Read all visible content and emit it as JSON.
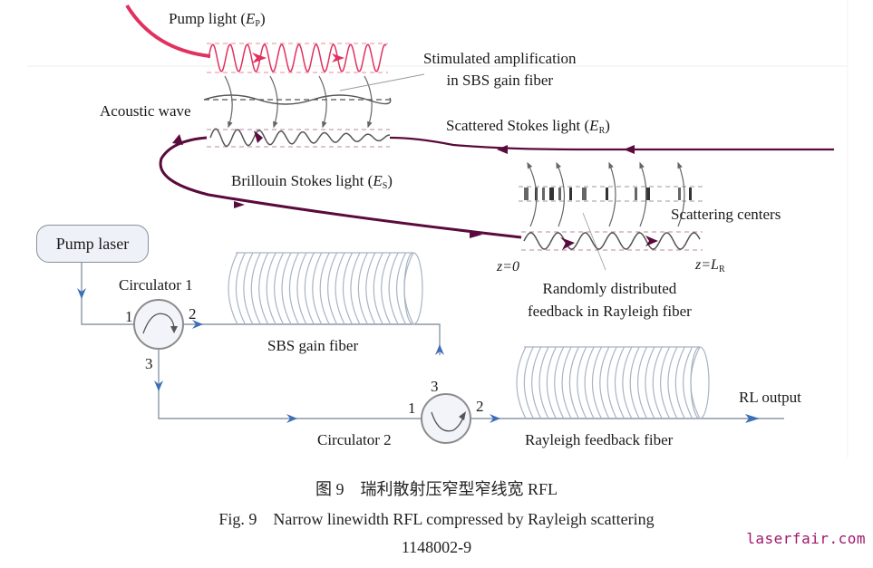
{
  "figure": {
    "labels": {
      "pump_light": "Pump light (",
      "pump_light_sym": "E",
      "pump_light_sub": "P",
      "stimulated_line1": "Stimulated amplification",
      "stimulated_line2": "in SBS gain fiber",
      "acoustic_wave": "Acoustic wave",
      "scattered_stokes": "Scattered Stokes light (",
      "scattered_stokes_sym": "E",
      "scattered_stokes_sub": "R",
      "brillouin_stokes": "Brillouin Stokes light (",
      "brillouin_stokes_sym": "E",
      "brillouin_stokes_sub": "S",
      "scattering_centers": "Scattering centers",
      "z0": "z=0",
      "zL_prefix": "z=",
      "zL_sym": "L",
      "zL_sub": "R",
      "random_feedback_line1": "Randomly distributed",
      "random_feedback_line2": "feedback in Rayleigh fiber",
      "pump_laser": "Pump laser",
      "circulator1": "Circulator 1",
      "circulator2": "Circulator 2",
      "port1": "1",
      "port2": "2",
      "port3": "3",
      "sbs_gain_fiber": "SBS gain fiber",
      "rayleigh_fiber": "Rayleigh feedback fiber",
      "rl_output": "RL output",
      "close_paren": ")"
    },
    "colors": {
      "pump": "#e0315f",
      "stokes": "#5a0a3c",
      "fiber": "#a9b4c4",
      "arrow_blue": "#3c6fb6",
      "line": "#8c97a8"
    }
  },
  "caption": {
    "chinese": "图 9　瑞利散射压窄型窄线宽 RFL",
    "english": "Fig. 9　Narrow linewidth RFL compressed by Rayleigh scattering",
    "page_number": "1148002-9"
  },
  "watermark": "laserfair.com"
}
